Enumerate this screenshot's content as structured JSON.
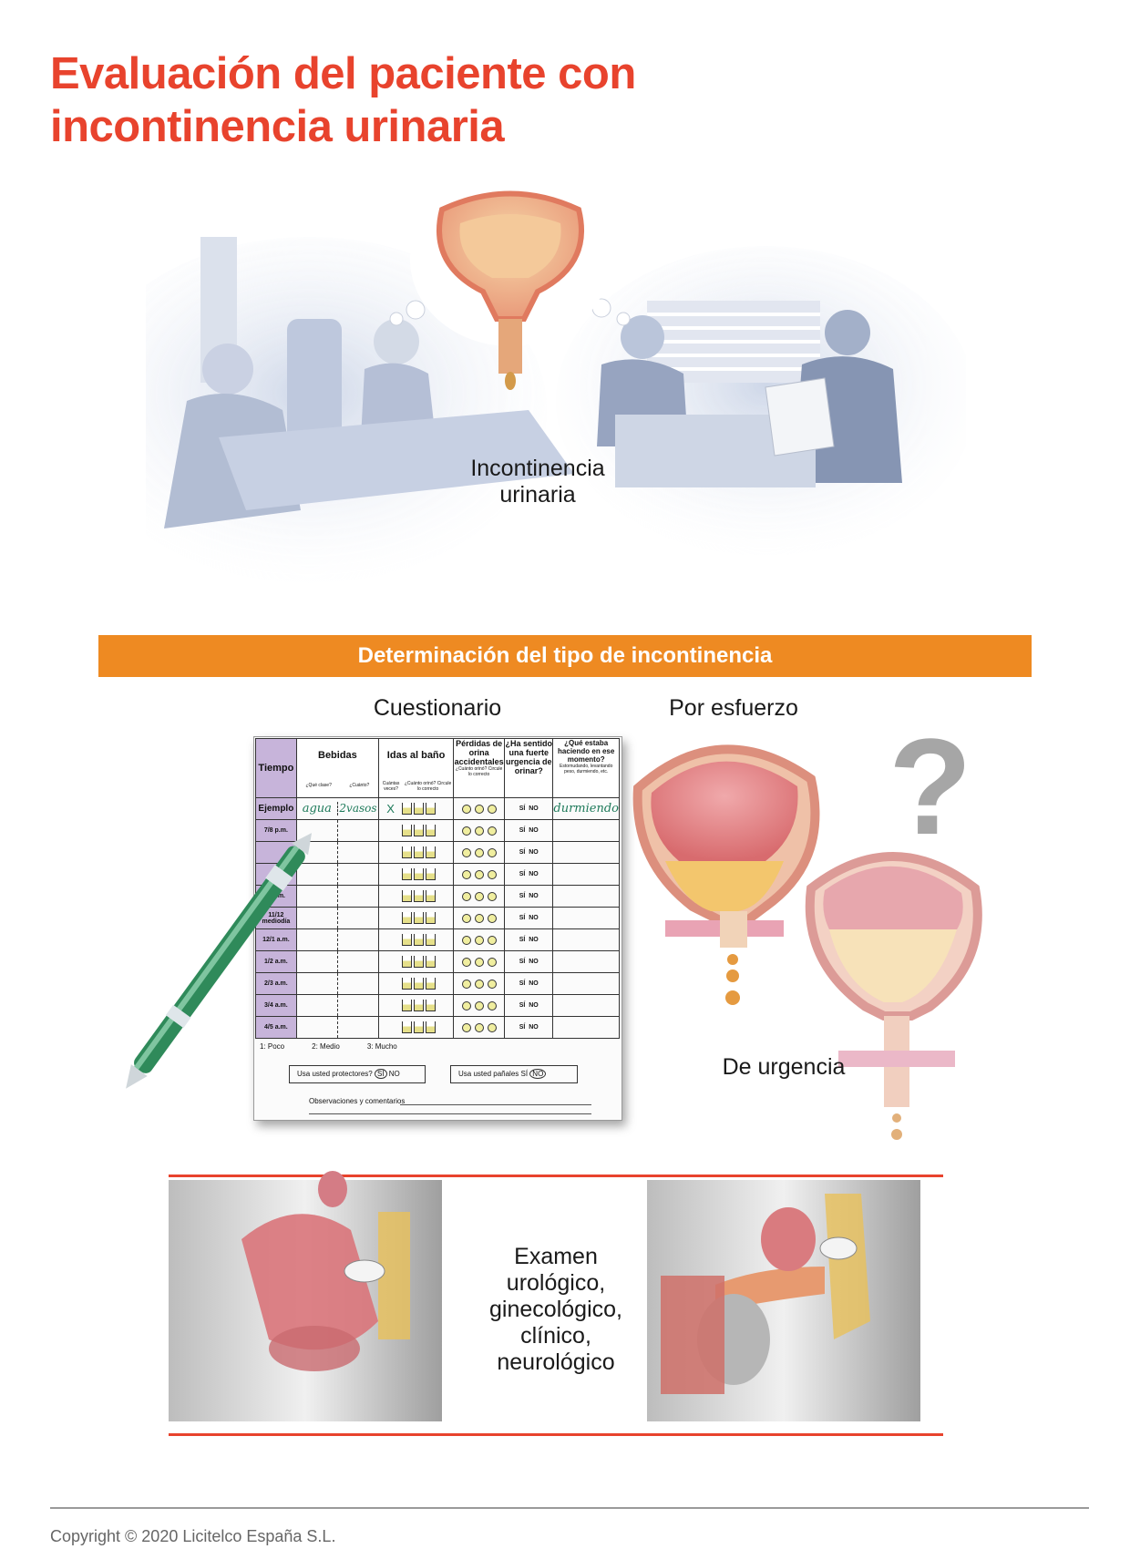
{
  "title": {
    "line1": "Evaluación del paciente con",
    "line2": "incontinencia urinaria"
  },
  "top_scene": {
    "label_line1": "Incontinencia",
    "label_line2": "urinaria"
  },
  "banner": {
    "label": "Determinación del tipo de incontinencia"
  },
  "questionnaire": {
    "caption": "Cuestionario",
    "headers": {
      "time": "Tiempo",
      "drinks": "Bebidas",
      "drinks_sub1": "¿Qué clase?",
      "drinks_sub2": "¿Cuánto?",
      "bathroom": "Idas al baño",
      "bathroom_sub1": "Cuántas veces?",
      "bathroom_sub2": "¿Cuánto orinó? Circule lo correcto",
      "leaks": "Pérdidas de orina accidentales",
      "leaks_sub": "¿Cuánto orinó? Circule lo correcto",
      "urge": "¿Ha sentido una fuerte urgencia de orinar?",
      "doing": "¿Qué estaba haciendo en ese momento?",
      "doing_sub": "Estornudando, levantando peso, durmiendo, etc."
    },
    "example": {
      "time": "Ejemplo",
      "drink_type": "agua",
      "drink_amount": "2vasos",
      "times": "X",
      "yes": "SÍ",
      "no": "NO",
      "activity": "durmiendo"
    },
    "rows": [
      "7/8 p.m.",
      "",
      "",
      "1 p.m.",
      "11/12 mediodía",
      "12/1 a.m.",
      "1/2 a.m.",
      "2/3 a.m.",
      "3/4 a.m.",
      "4/5 a.m."
    ],
    "yes": "SÍ",
    "no": "NO",
    "legend": [
      "1: Poco",
      "2: Medio",
      "3: Mucho"
    ],
    "protectors_question": "Usa usted protectores?",
    "diapers_question": "Usa usted pañales",
    "comments_label": "Observaciones y comentarios"
  },
  "types": {
    "stress_caption": "Por esfuerzo",
    "urge_caption": "De urgencia",
    "question_mark": "?"
  },
  "exam": {
    "line1": "Examen",
    "line2": "urológico,",
    "line3": "ginecológico,",
    "line4": "clínico,",
    "line5": "neurológico"
  },
  "footer": {
    "copyright": "Copyright © 2020 Licitelco España S.L."
  },
  "colors": {
    "title_red": "#e8432d",
    "banner_orange": "#ee8a22",
    "lilac": "#c7b4da"
  }
}
